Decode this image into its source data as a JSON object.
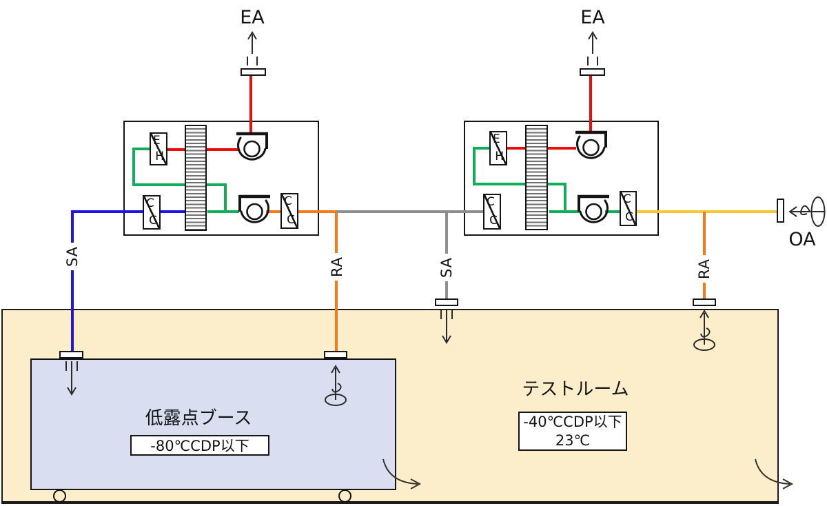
{
  "colors": {
    "blue": "#2013e6",
    "orange": "#f57a1a",
    "red": "#e90d0c",
    "green": "#12ad5a",
    "gray": "#8e8e8e",
    "yellow": "#fdc72f",
    "room": "#fdeecb",
    "booth": "#d9def1"
  },
  "flows": {
    "ea_left": "EA",
    "ea_right": "EA",
    "oa": "OA",
    "sa_booth": "SA",
    "ra_booth": "RA",
    "sa_room": "SA",
    "ra_room": "RA"
  },
  "ahu": {
    "heater_top": "E",
    "heater_bottom": "H",
    "coil_top": "C",
    "coil_bottom": "C"
  },
  "booth": {
    "name": "低露点ブース",
    "spec": "-80℃CDP以下"
  },
  "test_room": {
    "name": "テストルーム",
    "spec_line1": "-40℃CDP以下",
    "spec_line2": "23℃"
  }
}
